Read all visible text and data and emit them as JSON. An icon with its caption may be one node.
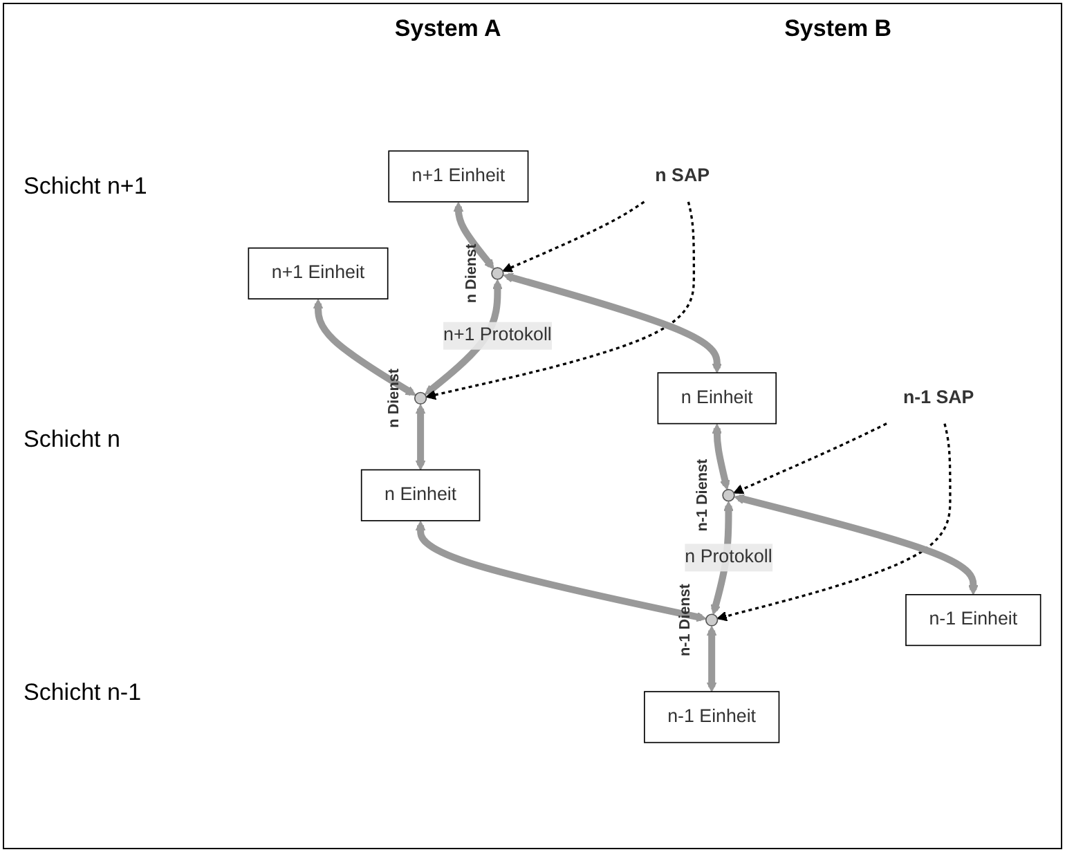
{
  "diagram": {
    "nodes": [
      {
        "text": [
          "n+1 Einheit"
        ]
      },
      {
        "text": [
          "n+1 Einheit"
        ]
      },
      {
        "text": [],
        "shape": "circle",
        "beside": [
          "n Dienst"
        ]
      },
      {
        "text": [],
        "shape": "circle",
        "beside": [
          "n Dienst"
        ]
      },
      {
        "text": [
          "n SAP"
        ]
      },
      {
        "text": [
          "n Einheit"
        ]
      },
      {
        "text": [
          "n Einheit"
        ]
      },
      {
        "text": [],
        "shape": "circle",
        "beside": [
          "n-1 Dienst"
        ]
      },
      {
        "text": [],
        "shape": "circle",
        "beside": [
          "n-1 Dienst"
        ]
      },
      {
        "text": [
          "n-1 SAP"
        ]
      },
      {
        "text": [
          "n-1 Einheit"
        ]
      },
      {
        "text": [
          "n-1 Einheit"
        ]
      }
    ],
    "edges": [
      {
        "from": 0,
        "to": 2,
        "arrow": "both"
      },
      {
        "from": 1,
        "to": 3,
        "arrow": "both"
      },
      {
        "from": 2,
        "to": 3,
        "arrow": "both",
        "label": "n+1 Protokoll"
      },
      {
        "from": 4,
        "to": 2,
        "arrow": "to",
        "style": "dashed",
        "color": "#000000"
      },
      {
        "from": 4,
        "to": 3,
        "arrow": "to",
        "style": "dashed",
        "color": "#000000"
      },
      {
        "from": 2,
        "to": 5,
        "arrow": "both"
      },
      {
        "from": 3,
        "to": 6,
        "arrow": "both"
      },
      {
        "from": 5,
        "to": 7,
        "arrow": "both"
      },
      {
        "from": 6,
        "to": 8,
        "arrow": "both"
      },
      {
        "from": 7,
        "to": 8,
        "arrow": "both",
        "label": "n Protokoll"
      },
      {
        "from": 9,
        "to": 7,
        "arrow": "to",
        "style": "dashed",
        "color": "#000000"
      },
      {
        "from": 9,
        "to": 8,
        "arrow": "to",
        "style": "dashed",
        "color": "#000000"
      },
      {
        "from": 7,
        "to": 10,
        "arrow": "both"
      },
      {
        "from": 8,
        "to": 11,
        "arrow": "both"
      }
    ],
    "labels": [
      "System A",
      "System B",
      "Schicht n+1",
      "Schicht n",
      "Schicht n-1"
    ]
  }
}
